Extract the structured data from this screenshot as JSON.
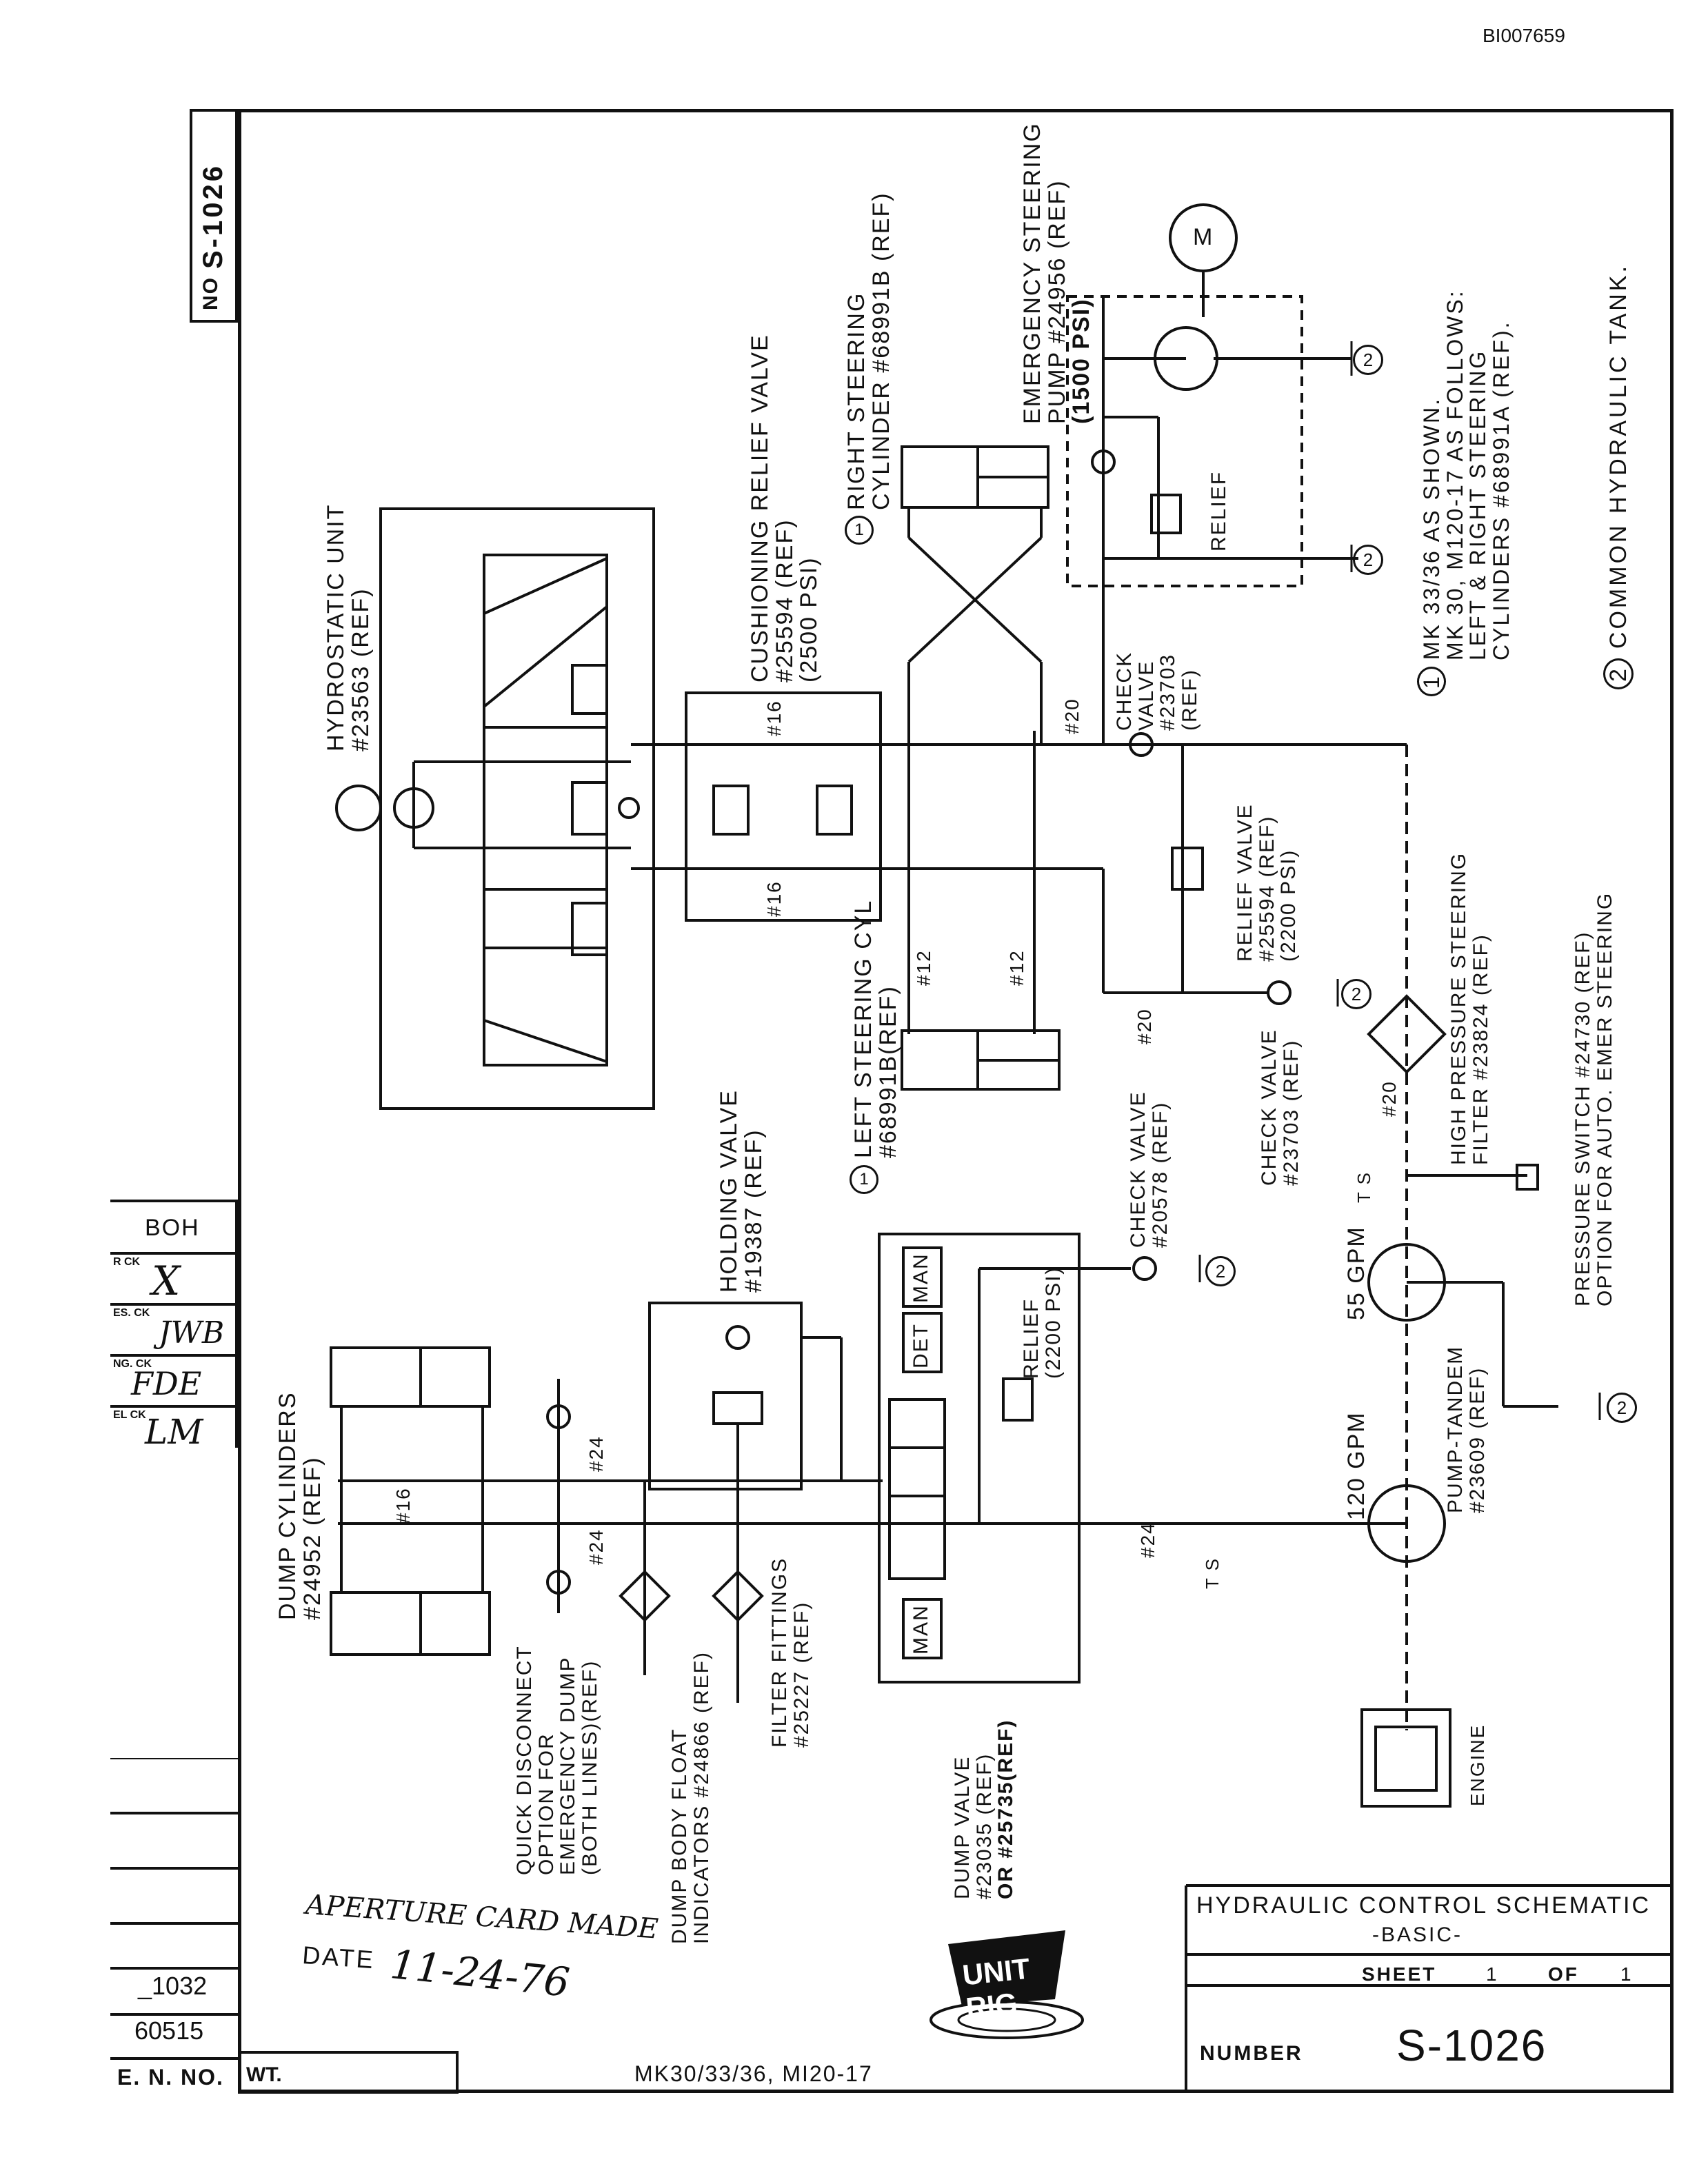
{
  "doc_id": "BI007659",
  "drawing_no": {
    "label": "NO",
    "value": "S-1026"
  },
  "labels": {
    "hydrostatic": [
      "HYDROSTATIC UNIT",
      "#23563 (REF)"
    ],
    "cushioning": [
      "CUSHIONING RELIEF VALVE",
      "#25594 (REF)",
      "(2500 PSI)"
    ],
    "right_steering": [
      "RIGHT STEERING",
      "CYLINDER #68991B (REF)"
    ],
    "emergency_pump": [
      "EMERGENCY STEERING",
      "PUMP #24956 (REF)",
      "(1500 PSI)"
    ],
    "relief_small": "RELIEF",
    "check_valve_top": [
      "CHECK",
      "VALVE",
      "#23703",
      "(REF)"
    ],
    "relief_valve_mid": [
      "RELIEF VALVE",
      "#25594 (REF)",
      "(2200 PSI)"
    ],
    "check_valve_mid": [
      "CHECK VALVE",
      "#23703 (REF)"
    ],
    "left_steering": [
      "LEFT STEERING CYL",
      "#68991B(REF)"
    ],
    "holding_valve": [
      "HOLDING VALVE",
      "#19387 (REF)"
    ],
    "check_valve_low": [
      "CHECK VALVE",
      "#20578 (REF)"
    ],
    "relief_dump": [
      "RELIEF",
      "(2200 PSI)"
    ],
    "dump_cylinders": [
      "DUMP CYLINDERS",
      "#24952 (REF)"
    ],
    "quick_disconnect": [
      "QUICK DISCONNECT",
      "OPTION FOR",
      "EMERGENCY DUMP",
      "(BOTH LINES)(REF)"
    ],
    "float_indicators": [
      "DUMP BODY FLOAT",
      "INDICATORS #24866 (REF)"
    ],
    "filter_fittings": [
      "FILTER FITTINGS",
      "#25227 (REF)"
    ],
    "dump_valve": [
      "DUMP VALVE",
      "#23035 (REF)",
      "OR #25735(REF)"
    ],
    "hp_filter": [
      "HIGH PRESSURE STEERING",
      "FILTER #23824 (REF)"
    ],
    "pressure_switch": [
      "PRESSURE SWITCH #24730 (REF)",
      "OPTION FOR AUTO. EMER STEERING"
    ],
    "pump_tandem": [
      "PUMP-TANDEM",
      "#23609 (REF)"
    ],
    "engine": "ENGINE",
    "gpm_55": "55 GPM",
    "gpm_120": "120 GPM",
    "motor": "M",
    "man": "MAN",
    "det": "DET",
    "line_sizes": {
      "n16": "#16",
      "n12": "#12",
      "n20": "#20",
      "n24": "#24"
    },
    "ts": "T S",
    "circle_1": "1",
    "circle_2": "2"
  },
  "notes": [
    {
      "num": "1",
      "lines": [
        "MK 33/36 AS SHOWN.",
        "MK 30, M120-17 AS FOLLOWS:",
        "LEFT & RIGHT STEERING",
        "CYLINDERS #68991A (REF)."
      ]
    },
    {
      "num": "2",
      "lines": [
        "COMMON HYDRAULIC TANK."
      ]
    }
  ],
  "title_block": {
    "title": "HYDRAULIC CONTROL SCHEMATIC",
    "subtitle": "-BASIC-",
    "sheet_label": "SHEET",
    "sheet_num": "1",
    "of_label": "OF",
    "of_num": "1",
    "number_label": "NUMBER",
    "number": "S-1026",
    "logo": "UNIT RIG"
  },
  "left_block": {
    "dr": "BOH",
    "ck_labels": [
      "R CK",
      "ES. CK",
      "NG. CK",
      "EL CK"
    ],
    "signatures": [
      "X",
      "JWB",
      "FDE",
      "LM"
    ],
    "num_a": "_1032",
    "num_b": "60515",
    "eno_label": "E. N. NO.",
    "wt_label": "WT."
  },
  "model_line": "MK30/33/36, MI20-17",
  "stamp": {
    "line1": "APERTURE CARD MADE",
    "date_label": "DATE",
    "date": "11-24-76"
  }
}
